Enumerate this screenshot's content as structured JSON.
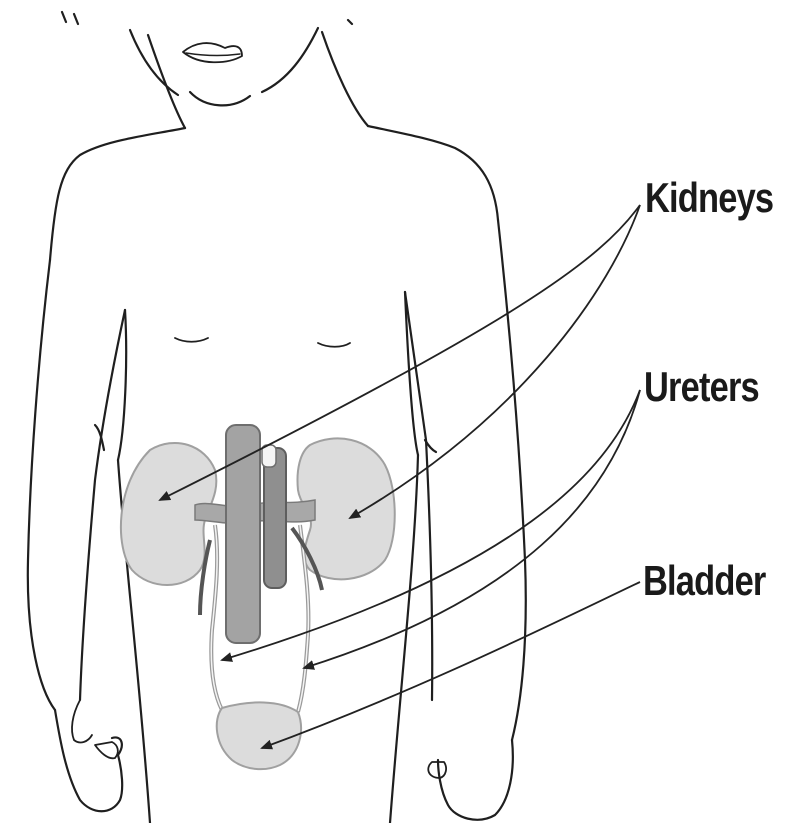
{
  "labels": {
    "kidneys": "Kidneys",
    "ureters": "Ureters",
    "bladder": "Bladder"
  },
  "colors": {
    "outline": "#1f1f1f",
    "organ_fill": "#dcdcdc",
    "organ_stroke": "#9a9a9a",
    "vessel_fill": "#9a9a9a",
    "arrow": "#222222"
  }
}
